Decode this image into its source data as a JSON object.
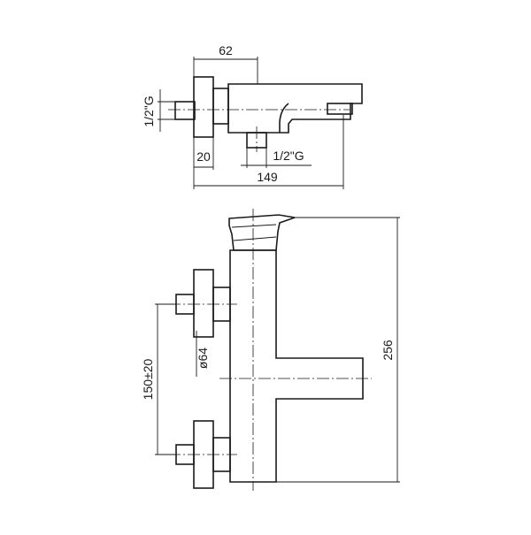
{
  "dimensions": {
    "top_width": "62",
    "inlet_thread_left": "1/2\"G",
    "wall_offset": "20",
    "outlet_thread": "1/2\"G",
    "total_depth": "149",
    "height": "256",
    "cover_diameter": "ø64",
    "centers": "150±20"
  }
}
